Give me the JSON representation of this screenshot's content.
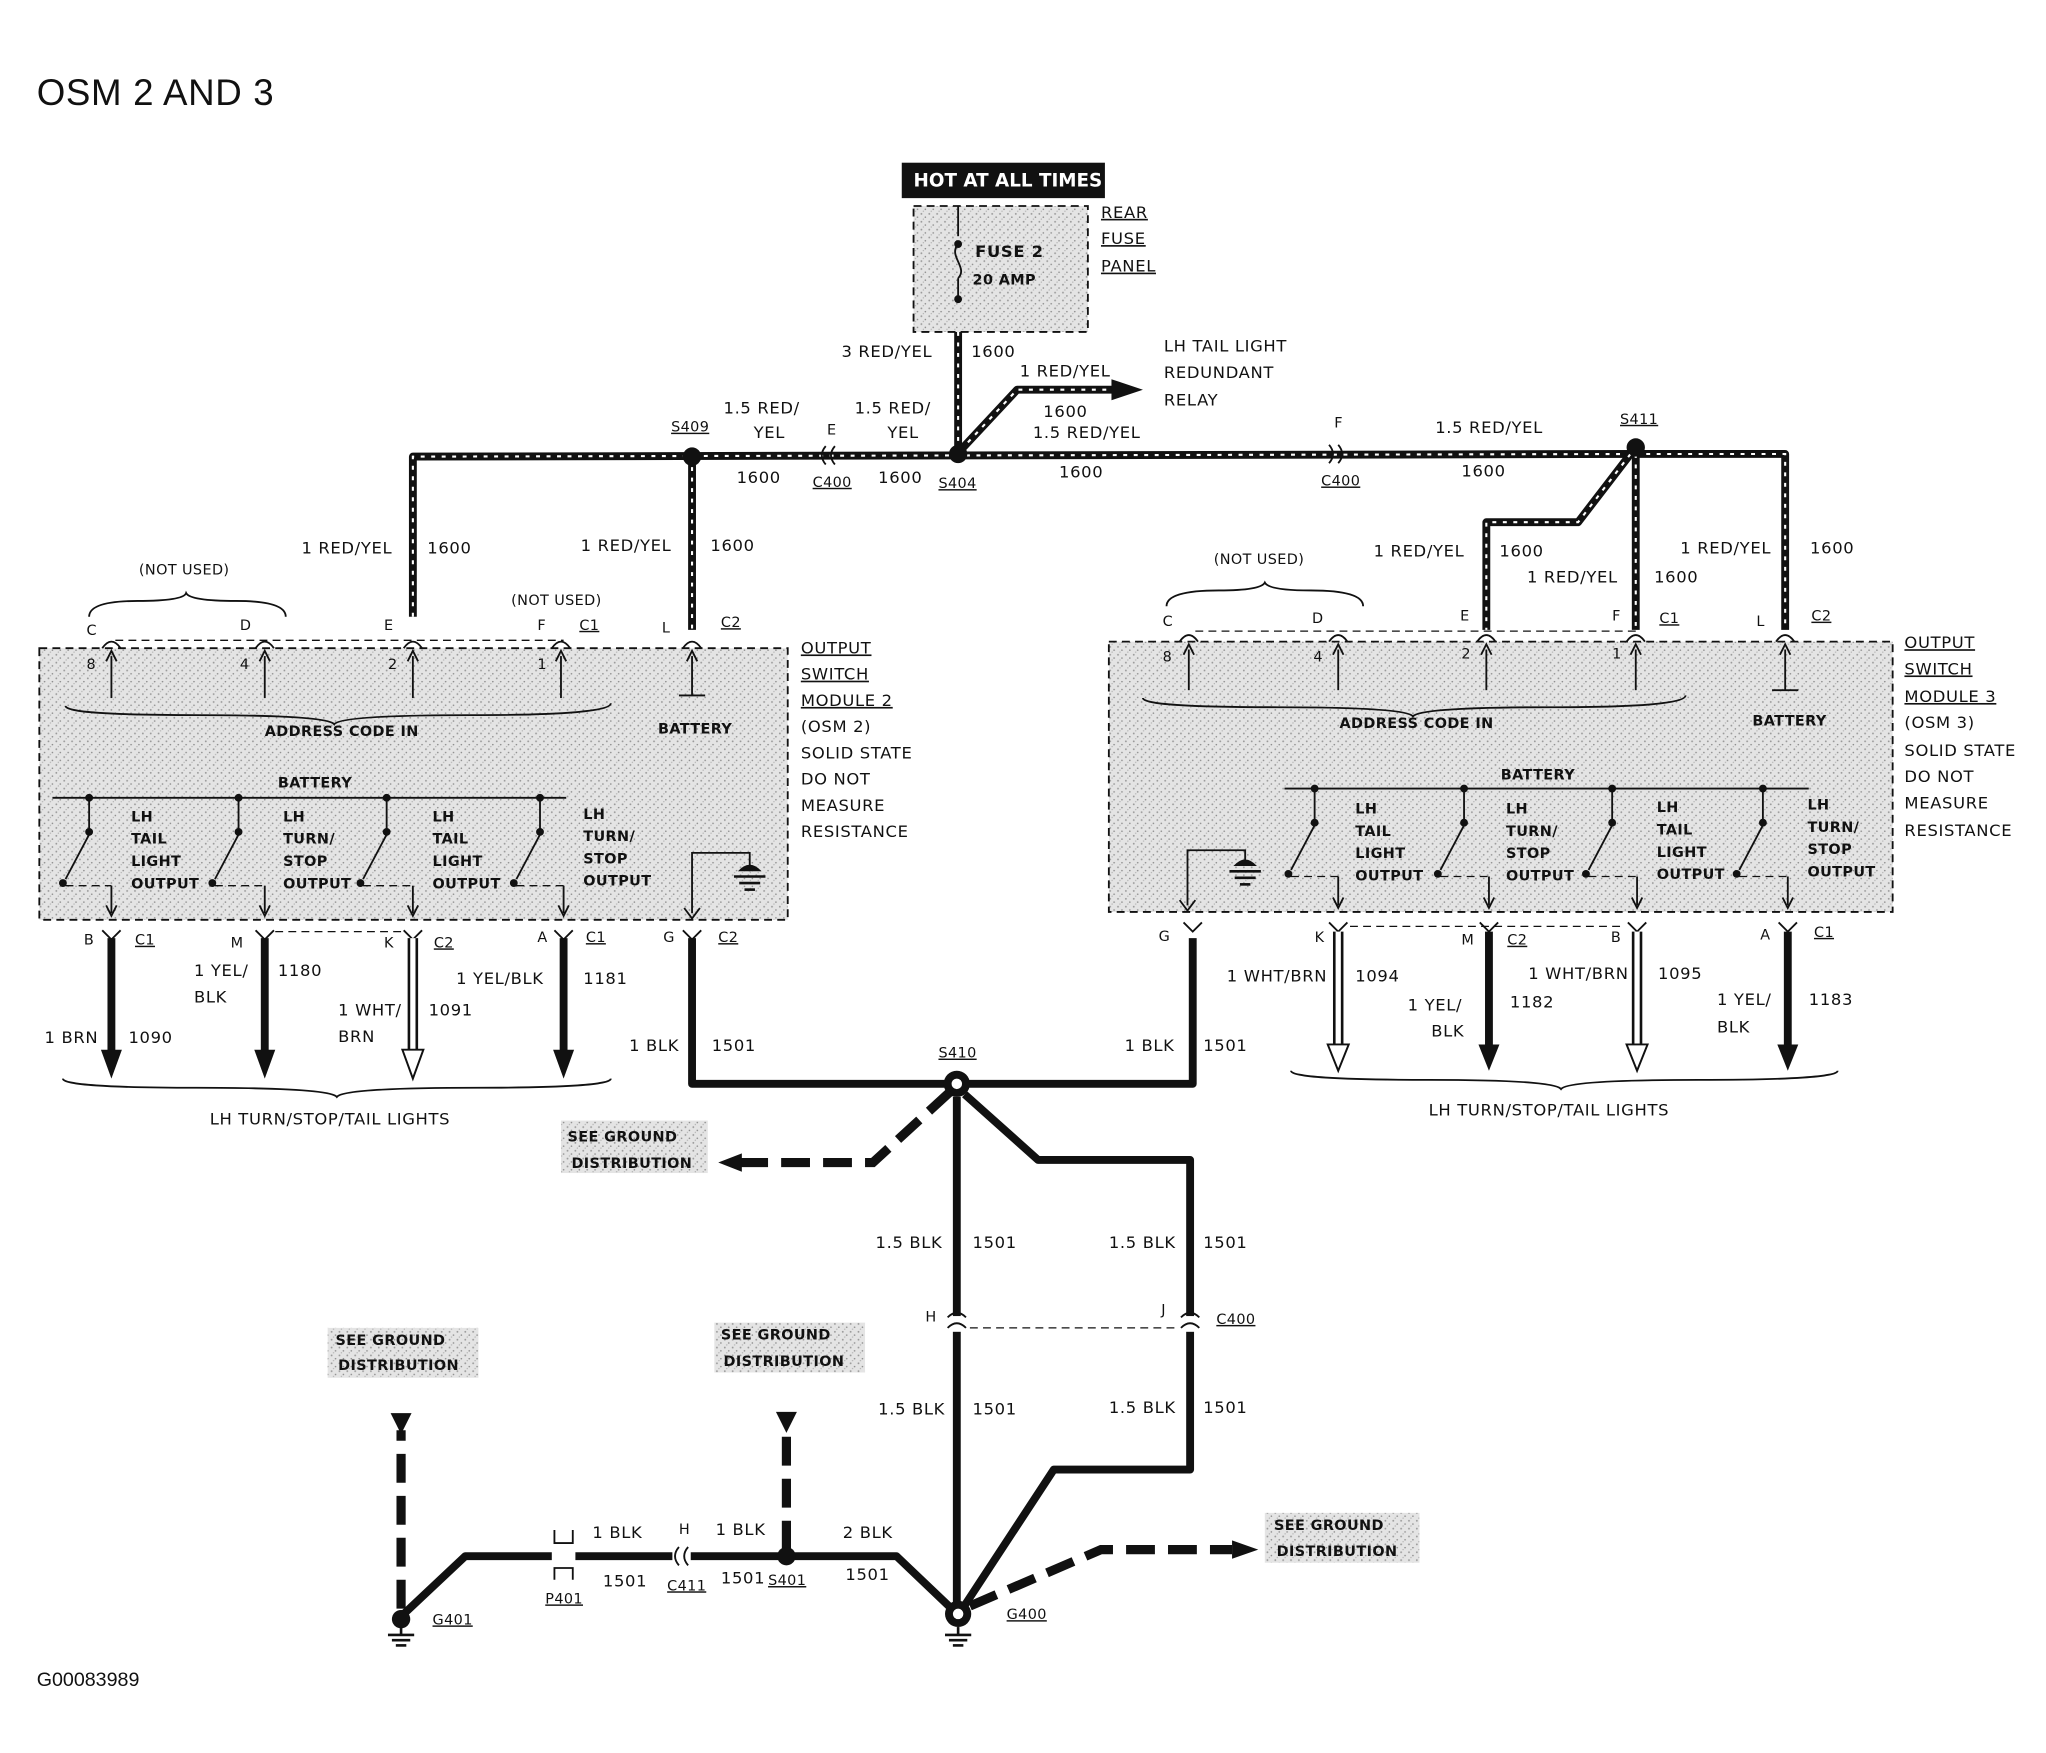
{
  "title": "OSM 2 AND 3",
  "figure_code": "G00083989",
  "power": {
    "hot_label": "HOT AT ALL TIMES",
    "fuse_name": "FUSE 2",
    "fuse_rating": "20 AMP",
    "panel_lines": [
      "REAR",
      "FUSE",
      "PANEL"
    ],
    "relay_lines": [
      "LH TAIL LIGHT",
      "REDUNDANT",
      "RELAY"
    ]
  },
  "splices": [
    "S409",
    "S404",
    "S411",
    "S410",
    "S401"
  ],
  "connectors": [
    "C400",
    "C411",
    "P401"
  ],
  "grounds": [
    "G401",
    "G400"
  ],
  "wire_labels": {
    "fuse_out_size": "3 RED/YEL",
    "relay_size": "1 RED/YEL",
    "c1_size": "1.5 RED/",
    "c1_size2": "YEL",
    "c2_size": "1.5 RED/",
    "c2_size2": "YEL",
    "s404_right_size": "1.5 RED/YEL",
    "s411_size": "1.5 RED/YEL",
    "circuit_1600": "1600",
    "osm_feed_size": "1 RED/YEL",
    "osm_out_gnd_size": "1 BLK",
    "circuit_1501": "1501",
    "gnd_main_size": "1.5 BLK",
    "gnd_bottom_size": "1 BLK",
    "gnd_g400_size": "2 BLK"
  },
  "modules": {
    "osm2": {
      "label_lines": [
        "OUTPUT",
        "SWITCH",
        "MODULE 2",
        "(OSM 2)",
        "SOLID STATE",
        "DO NOT",
        "MEASURE",
        "RESISTANCE"
      ],
      "address_label": "ADDRESS CODE IN",
      "battery_label": "BATTERY",
      "not_used": "(NOT USED)",
      "outputs": [
        {
          "lines": [
            "LH",
            "TAIL",
            "LIGHT",
            "OUTPUT"
          ]
        },
        {
          "lines": [
            "LH",
            "TURN/",
            "STOP",
            "OUTPUT"
          ]
        },
        {
          "lines": [
            "LH",
            "TAIL",
            "LIGHT",
            "OUTPUT"
          ]
        },
        {
          "lines": [
            "LH",
            "TURN/",
            "STOP",
            "OUTPUT"
          ]
        }
      ],
      "top_pins": [
        "C",
        "D",
        "E",
        "F",
        "L"
      ],
      "pin_numbers": [
        "8",
        "4",
        "2",
        "1"
      ],
      "bottom_pins": [
        "B",
        "M",
        "K",
        "A",
        "G"
      ],
      "connector_c1": "C1",
      "connector_c2": "C2",
      "wires": [
        {
          "size": "1 BRN",
          "circuit": "1090"
        },
        {
          "size": "1 YEL/",
          "size2": "BLK",
          "circuit": "1180"
        },
        {
          "size": "1 WHT/",
          "size2": "BRN",
          "circuit": "1091"
        },
        {
          "size": "1 YEL/BLK",
          "circuit": "1181"
        }
      ],
      "lights_label": "LH TURN/STOP/TAIL LIGHTS"
    },
    "osm3": {
      "label_lines": [
        "OUTPUT",
        "SWITCH",
        "MODULE 3",
        "(OSM 3)",
        "SOLID STATE",
        "DO NOT",
        "MEASURE",
        "RESISTANCE"
      ],
      "address_label": "ADDRESS CODE IN",
      "battery_label": "BATTERY",
      "not_used": "(NOT USED)",
      "outputs": [
        {
          "lines": [
            "LH",
            "TAIL",
            "LIGHT",
            "OUTPUT"
          ]
        },
        {
          "lines": [
            "LH",
            "TURN/",
            "STOP",
            "OUTPUT"
          ]
        },
        {
          "lines": [
            "LH",
            "TAIL",
            "LIGHT",
            "OUTPUT"
          ]
        },
        {
          "lines": [
            "LH",
            "TURN/",
            "STOP",
            "OUTPUT"
          ]
        }
      ],
      "top_pins": [
        "C",
        "D",
        "E",
        "F",
        "L"
      ],
      "pin_numbers": [
        "8",
        "4",
        "2",
        "1"
      ],
      "bottom_pins": [
        "G",
        "K",
        "M",
        "B",
        "A"
      ],
      "connector_c1": "C1",
      "connector_c2": "C2",
      "wires": [
        {
          "size": "1 WHT/BRN",
          "circuit": "1094"
        },
        {
          "size": "1 YEL/",
          "size2": "BLK",
          "circuit": "1182"
        },
        {
          "size": "1 WHT/BRN",
          "circuit": "1095"
        },
        {
          "size": "1 YEL/",
          "size2": "BLK",
          "circuit": "1183"
        }
      ],
      "lights_label": "LH TURN/STOP/TAIL LIGHTS",
      "feed_size_f": "1 RED/YEL"
    }
  },
  "ground_refs": {
    "line1": "SEE GROUND",
    "line2": "DISTRIBUTION"
  },
  "c400_pins": [
    "E",
    "F",
    "H",
    "J"
  ],
  "c411_pin": "H"
}
